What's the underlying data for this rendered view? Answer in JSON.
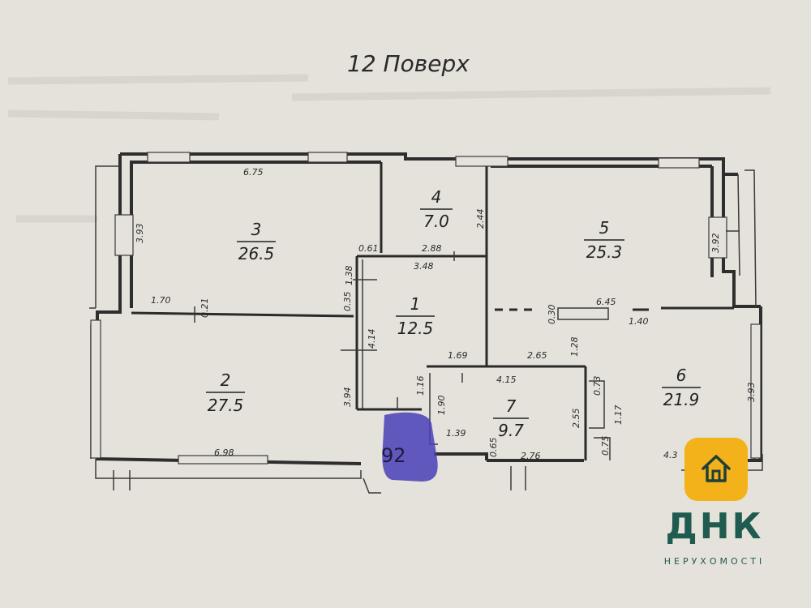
{
  "plan": {
    "title": "12  Поверх",
    "handwritten_apartment_number": "92",
    "rooms": [
      {
        "number": "1",
        "area": "12.5"
      },
      {
        "number": "2",
        "area": "27.5"
      },
      {
        "number": "3",
        "area": "26.5"
      },
      {
        "number": "4",
        "area": "7.0"
      },
      {
        "number": "5",
        "area": "25.3"
      },
      {
        "number": "6",
        "area": "21.9"
      },
      {
        "number": "7",
        "area": "9.7"
      }
    ],
    "dimensions": [
      "6.75",
      "3.93",
      "0.61",
      "1.38",
      "1.70",
      "0.21",
      "0.35",
      "4.14",
      "2.44",
      "2.88",
      "3.48",
      "3.92",
      "0.30",
      "6.45",
      "1.40",
      "1.28",
      "1.69",
      "2.65",
      "4.15",
      "0.73",
      "1.16",
      "1.90",
      "2.55",
      "1.17",
      "3.94",
      "1.39",
      "0.65",
      "2.76",
      "0.75",
      "4.3",
      "3.93",
      "6.98"
    ]
  },
  "brand": {
    "name": "ДНК",
    "tagline": "НЕРУХОМОСТІ",
    "colors": {
      "badge": "#f4b21a",
      "text": "#1f5c4f"
    },
    "icon": "house-icon"
  }
}
